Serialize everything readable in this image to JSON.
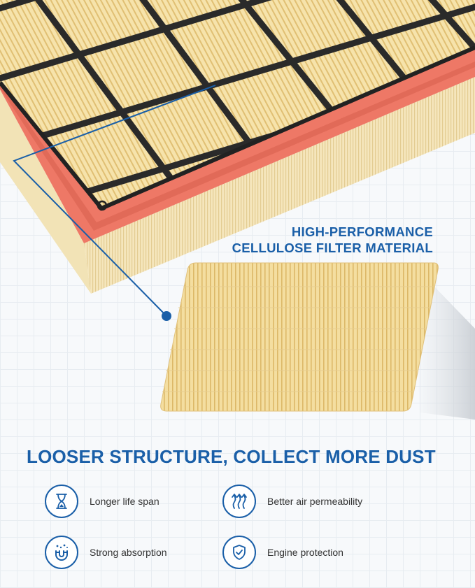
{
  "callout": {
    "line1": "HIGH-PERFORMANCE",
    "line2": "CELLULOSE FILTER MATERIAL"
  },
  "section": {
    "title": "LOOSER STRUCTURE, COLLECT MORE DUST"
  },
  "features": [
    {
      "label": "Longer life span",
      "icon": "hourglass-icon"
    },
    {
      "label": "Better air permeability",
      "icon": "airflow-arrows-icon"
    },
    {
      "label": "Strong absorption",
      "icon": "magnet-icon"
    },
    {
      "label": "Engine protection",
      "icon": "shield-check-icon"
    }
  ],
  "colors": {
    "accent": "#1a5fa8",
    "filter_media": "#f3dc9c",
    "filter_frame": "#ef7a66",
    "grid": "#2a2a2a"
  }
}
